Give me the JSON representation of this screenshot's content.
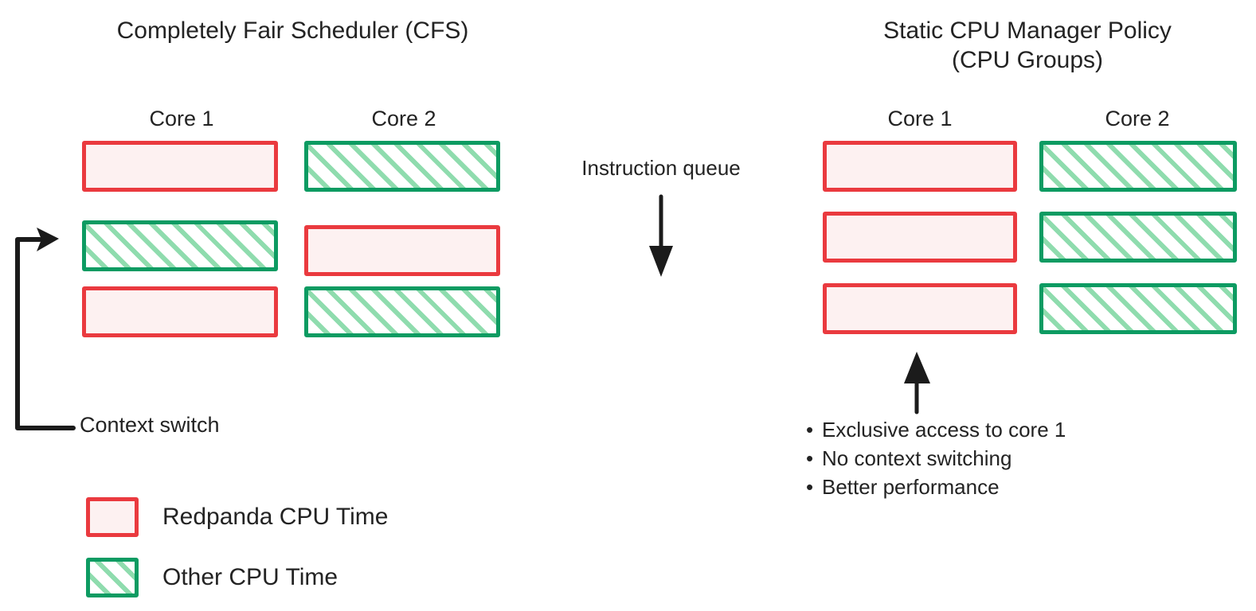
{
  "diagram": {
    "title_left": "Completely Fair Scheduler (CFS)",
    "title_right": "Static CPU Manager Policy\n(CPU Groups)"
  },
  "colors": {
    "redpanda_border": "#ea3a3f",
    "redpanda_fill": "#fdf1f1",
    "other_border": "#0d9b62",
    "other_hatch": "#8fdcae",
    "text": "#232323",
    "arrow": "#1b1b1b",
    "background": "#ffffff"
  },
  "left_panel": {
    "title": "Completely Fair Scheduler (CFS)",
    "cores": [
      {
        "label": "Core 1",
        "slots": [
          {
            "type": "redpanda"
          },
          {
            "type": "other"
          },
          {
            "type": "redpanda"
          }
        ]
      },
      {
        "label": "Core 2",
        "slots": [
          {
            "type": "other"
          },
          {
            "type": "redpanda"
          },
          {
            "type": "other"
          }
        ]
      }
    ],
    "annotation": {
      "label": "Context switch",
      "arrow": "elbow-arrow-up-right"
    }
  },
  "right_panel": {
    "title": "Static CPU Manager Policy (CPU Groups)",
    "cores": [
      {
        "label": "Core 1",
        "slots": [
          {
            "type": "redpanda"
          },
          {
            "type": "redpanda"
          },
          {
            "type": "redpanda"
          }
        ]
      },
      {
        "label": "Core 2",
        "slots": [
          {
            "type": "other"
          },
          {
            "type": "other"
          },
          {
            "type": "other"
          }
        ]
      }
    ],
    "benefits": [
      "Exclusive access to core 1",
      "No context switching",
      "Better performance"
    ],
    "bullet_glyph": "•",
    "annotation": {
      "arrow": "arrow-up-to-core1"
    }
  },
  "middle": {
    "label": "Instruction queue",
    "arrow": "arrow-down"
  },
  "legend": {
    "items": [
      {
        "label": "Redpanda CPU Time",
        "swatch": "redpanda"
      },
      {
        "label": "Other CPU Time",
        "swatch": "other"
      }
    ]
  }
}
